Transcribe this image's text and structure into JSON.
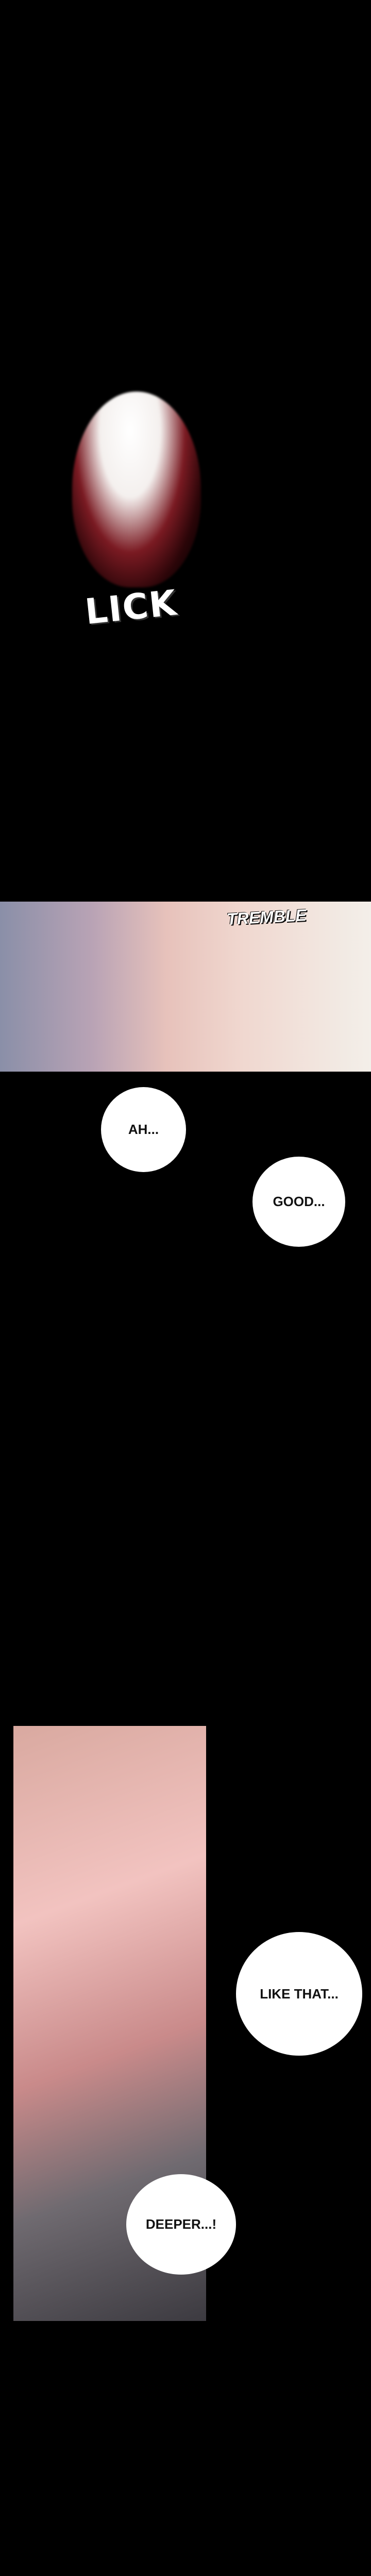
{
  "sfx": {
    "lick": "LICK",
    "tremble": "TREMBLE"
  },
  "dialogue": [
    {
      "text": "AH..."
    },
    {
      "text": "GOOD..."
    },
    {
      "text": "LIKE THAT..."
    },
    {
      "text": "DEEPER...!"
    }
  ]
}
